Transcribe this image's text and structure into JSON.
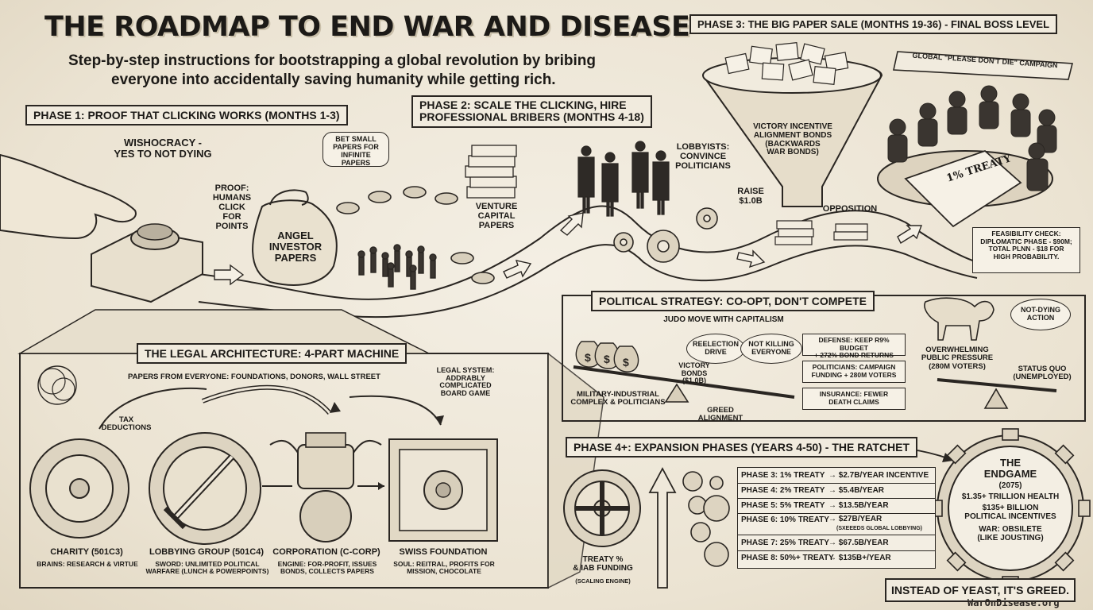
{
  "header": {
    "title": "THE ROADMAP TO END WAR AND DISEASE",
    "subtitle_line1": "Step-by-step instructions for bootstrapping a global revolution by bribing",
    "subtitle_line2": "everyone into accidentally saving humanity while getting rich."
  },
  "phase1": {
    "label": "PHASE 1: PROOF THAT CLICKING WORKS (MONTHS 1-3)",
    "wishocracy": "WISHOCRACY -\nYES TO NOT DYING",
    "proof": "PROOF:\nHUMANS\nCLICK\nFOR\nPOINTS",
    "bet_note": "BET SMALL\nPAPERS FOR\nINFINITE PAPERS",
    "angel_bag": "ANGEL\nINVESTOR\nPAPERS"
  },
  "phase2": {
    "label": "PHASE 2: SCALE THE CLICKING, HIRE\nPROFESSIONAL BRIBERS (MONTHS 4-18)",
    "vc_papers": "VENTURE\nCAPITAL\nPAPERS",
    "lobbyists": "LOBBYISTS:\nCONVINCE\nPOLITICIANS"
  },
  "phase3": {
    "label": "PHASE 3: THE BIG PAPER SALE (MONTHS 19-36) - FINAL BOSS LEVEL",
    "campaign_banner": "GLOBAL \"PLEASE DON'T DIE\" CAMPAIGN",
    "funnel_text": "VICTORY INCENTIVE\nALIGNMENT BONDS\n(BACKWARDS\nWAR BONDS)",
    "raise": "RAISE\n$1.0B",
    "opposition": "OPPOSITION",
    "treaty": "1% TREATY",
    "feasibility": "FEASIBILITY CHECK:\nDIPLOMATIC PHASE - $90M;\nTOTAL PLNN - $18 FOR\nHIGH PROBABILITY."
  },
  "political": {
    "label": "POLITICAL STRATEGY: CO-OPT, DON'T COMPETE",
    "judo": "JUDO MOVE WITH CAPITALISM",
    "reelection": "REELECTION\nDRIVE",
    "not_killing": "NOT KILLING\nEVERYONE",
    "victory_bonds": "VICTORY\nBONDS\n($1.0B)",
    "military": "MILITARY-INDUSTRIAL\nCOMPLEX & POLITICIANS",
    "greed": "GREED ALIGNMENT",
    "defense": "DEFENSE: KEEP R9% BUDGET\n+ 272% BOND RETURNS",
    "politicians": "POLITICIANS: CAMPAIGN\nFUNDING + 280M VOTERS",
    "insurance": "INSURANCE: FEWER\nDEATH CLAIMS",
    "not_dying_action": "NOT-DYING\nACTION",
    "pressure": "OVERWHELMING\nPUBLIC PRESSURE\n(280M VOTERS)",
    "status_quo": "STATUS QUO\n(UNEMPLOYED)"
  },
  "legal": {
    "label": "THE LEGAL ARCHITECTURE: 4-PART MACHINE",
    "papers_from": "PAPERS FROM EVERYONE: FOUNDATIONS, DONORS, WALL STREET",
    "legal_system": "LEGAL SYSTEM:\nADDRABLY\nCOMPLICATED\nBOARD GAME",
    "tax": "TAX\nDEDUCTIONS",
    "parts": [
      {
        "name": "CHARITY (501c3)",
        "desc": "BRAINS: RESEARCH & VIRTUE"
      },
      {
        "name": "LOBBYING GROUP (501c4)",
        "desc": "SWORD: UNLIMITED POLITICAL\nWARFARE (LUNCH & POWERPOINTS)"
      },
      {
        "name": "CORPORATION (C-CORP)",
        "desc": "ENGINE: FOR-PROFIT, ISSUES\nBONDS, COLLECTS PAPERS"
      },
      {
        "name": "SWISS FOUNDATION",
        "desc": "SOUL: REITRAL, PROFITS FOR\nMISSION, CHOCOLATE"
      }
    ]
  },
  "phase4": {
    "label": "PHASE 4+: EXPANSION PHASES (YEARS 4-50) - THE RATCHET",
    "engine": "TREATY %\n& IAB FUNDING",
    "engine_sub": "(SCALING ENGINE)",
    "rows": [
      {
        "phase": "PHASE 3: 1% TREATY",
        "value": "$2.7B/YEAR INCENTIVE",
        "note": ""
      },
      {
        "phase": "PHASE 4: 2% TREATY",
        "value": "$5.4B/YEAR",
        "note": ""
      },
      {
        "phase": "PHASE 5: 5% TREATY",
        "value": "$13.5B/YEAR",
        "note": ""
      },
      {
        "phase": "PHASE 6: 10% TREATY",
        "value": "$27B/YEAR",
        "note": "(SXEEEDS GLOBAL LOBBYING)"
      },
      {
        "phase": "PHASE 7: 25% TREATY",
        "value": "$67.5B/YEAR",
        "note": ""
      },
      {
        "phase": "PHASE 8: 50%+ TREATY",
        "value": "$135B+/YEAR",
        "note": ""
      }
    ]
  },
  "endgame": {
    "title": "THE\nENDGAME",
    "year": "(2075)",
    "line1": "$1.35+ TRILLION HEALTH",
    "line2": "$135+ BILLION\nPOLITICAL INCENTIVES",
    "line3": "WAR: OBSILETE\n(LIKE JOUSTING)"
  },
  "footer": {
    "slogan": "INSTEAD OF YEAST, IT'S GREED.",
    "site": "WarOnDisease.org"
  }
}
